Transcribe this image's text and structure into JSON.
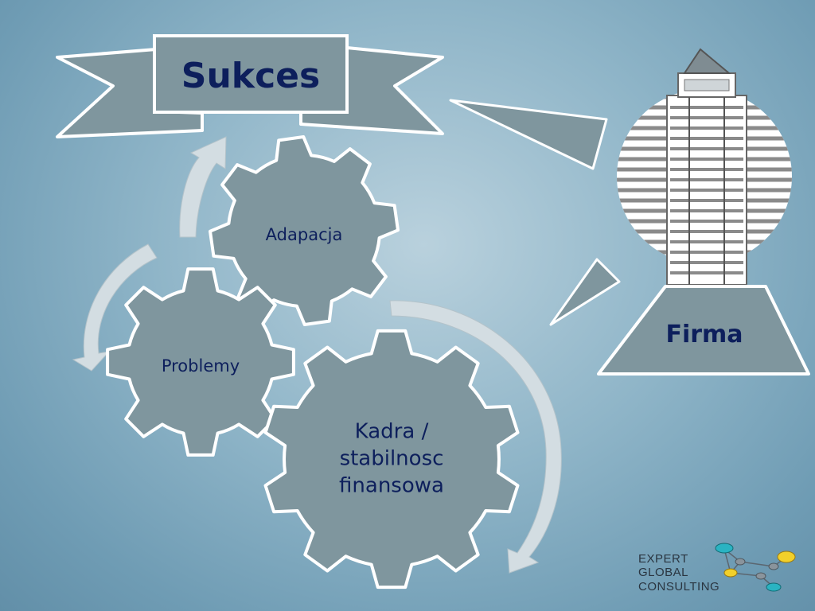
{
  "banner": {
    "title": "Sukces"
  },
  "company": {
    "label": "Firma"
  },
  "gears": [
    {
      "id": "adapacja",
      "lines": [
        "Adapacja"
      ]
    },
    {
      "id": "problemy",
      "lines": [
        "Problemy"
      ]
    },
    {
      "id": "kadra",
      "lines": [
        "Kadra /",
        "stabilnosc",
        "finansowa"
      ]
    }
  ],
  "logo": {
    "lines": [
      "EXPERT",
      "GLOBAL",
      "CONSULTING"
    ]
  },
  "colors": {
    "shape_fill": "#7f969e",
    "shape_stroke": "#ffffff",
    "text": "#0d1f5c",
    "arrow_fill": "#d3dde2"
  }
}
